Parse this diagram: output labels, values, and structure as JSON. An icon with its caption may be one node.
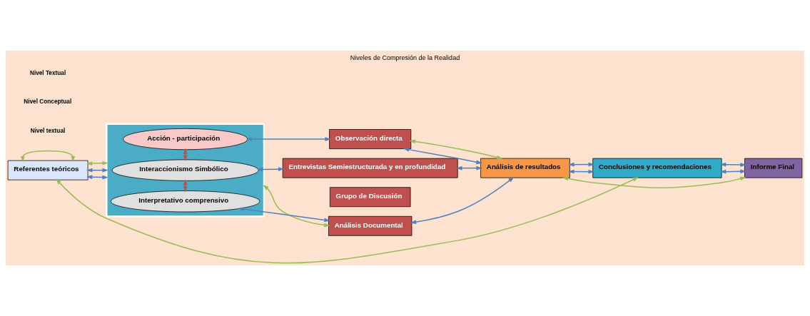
{
  "diagram": {
    "title": "Niveles de Compresión de la Realidad",
    "nodes": [
      {
        "text": [
          "Referentes teóricos"
        ]
      },
      {
        "text": [],
        "shape": "box"
      },
      {
        "text": [
          "Acción - participación"
        ],
        "in": 1
      },
      {
        "text": [
          "Interaccionismo Simbólico"
        ],
        "in": 1
      },
      {
        "text": [
          "Interpretativo comprensivo"
        ],
        "in": 1
      },
      {
        "text": [
          "Observación directa"
        ]
      },
      {
        "text": [
          "Entrevistas Semiestructurada y en profundidad"
        ]
      },
      {
        "text": [
          "Grupo de Discusión"
        ]
      },
      {
        "text": [
          "Análisis Documental"
        ]
      },
      {
        "text": [
          "Análisis de resultados"
        ]
      },
      {
        "text": [
          "Conclusiones y recomendaciones"
        ]
      },
      {
        "text": [
          "Informe Final"
        ]
      }
    ],
    "edges": [
      {
        "from": 0,
        "to": 1,
        "arrow": "both"
      },
      {
        "from": 0,
        "to": 1,
        "arrow": "both"
      },
      {
        "from": 2,
        "to": 3,
        "arrow": "both",
        "color": "#c0504d"
      },
      {
        "from": 3,
        "to": 4,
        "arrow": "both",
        "color": "#c0504d"
      },
      {
        "from": 2,
        "to": 5,
        "arrow": "both"
      },
      {
        "from": 3,
        "to": 6,
        "arrow": "both"
      },
      {
        "from": 4,
        "to": 8,
        "arrow": "both"
      },
      {
        "from": 5,
        "to": 9,
        "arrow": "both"
      },
      {
        "from": 6,
        "to": 9,
        "arrow": "both"
      },
      {
        "from": 8,
        "to": 9,
        "arrow": "both"
      },
      {
        "from": 9,
        "to": 10,
        "arrow": "both"
      },
      {
        "from": 9,
        "to": 10,
        "arrow": "both"
      },
      {
        "from": 10,
        "to": 11,
        "arrow": "both"
      },
      {
        "from": 10,
        "to": 11,
        "arrow": "both"
      },
      {
        "from": 0,
        "to": 10,
        "arrow": "both",
        "color": "#9bbb59"
      },
      {
        "from": 0,
        "to": 1,
        "arrow": "both",
        "color": "#9bbb59"
      },
      {
        "from": 5,
        "to": 9,
        "arrow": "both",
        "color": "#9bbb59"
      },
      {
        "from": 0,
        "to": 0,
        "arrow": "both",
        "color": "#9bbb59"
      },
      {
        "from": 1,
        "to": 8,
        "arrow": "both",
        "color": "#9bbb59"
      },
      {
        "from": 9,
        "to": 11,
        "arrow": "both",
        "color": "#9bbb59"
      }
    ],
    "labels": [
      "Nivel textual",
      "Nivel Conceptual",
      "Nivel Textual"
    ]
  }
}
